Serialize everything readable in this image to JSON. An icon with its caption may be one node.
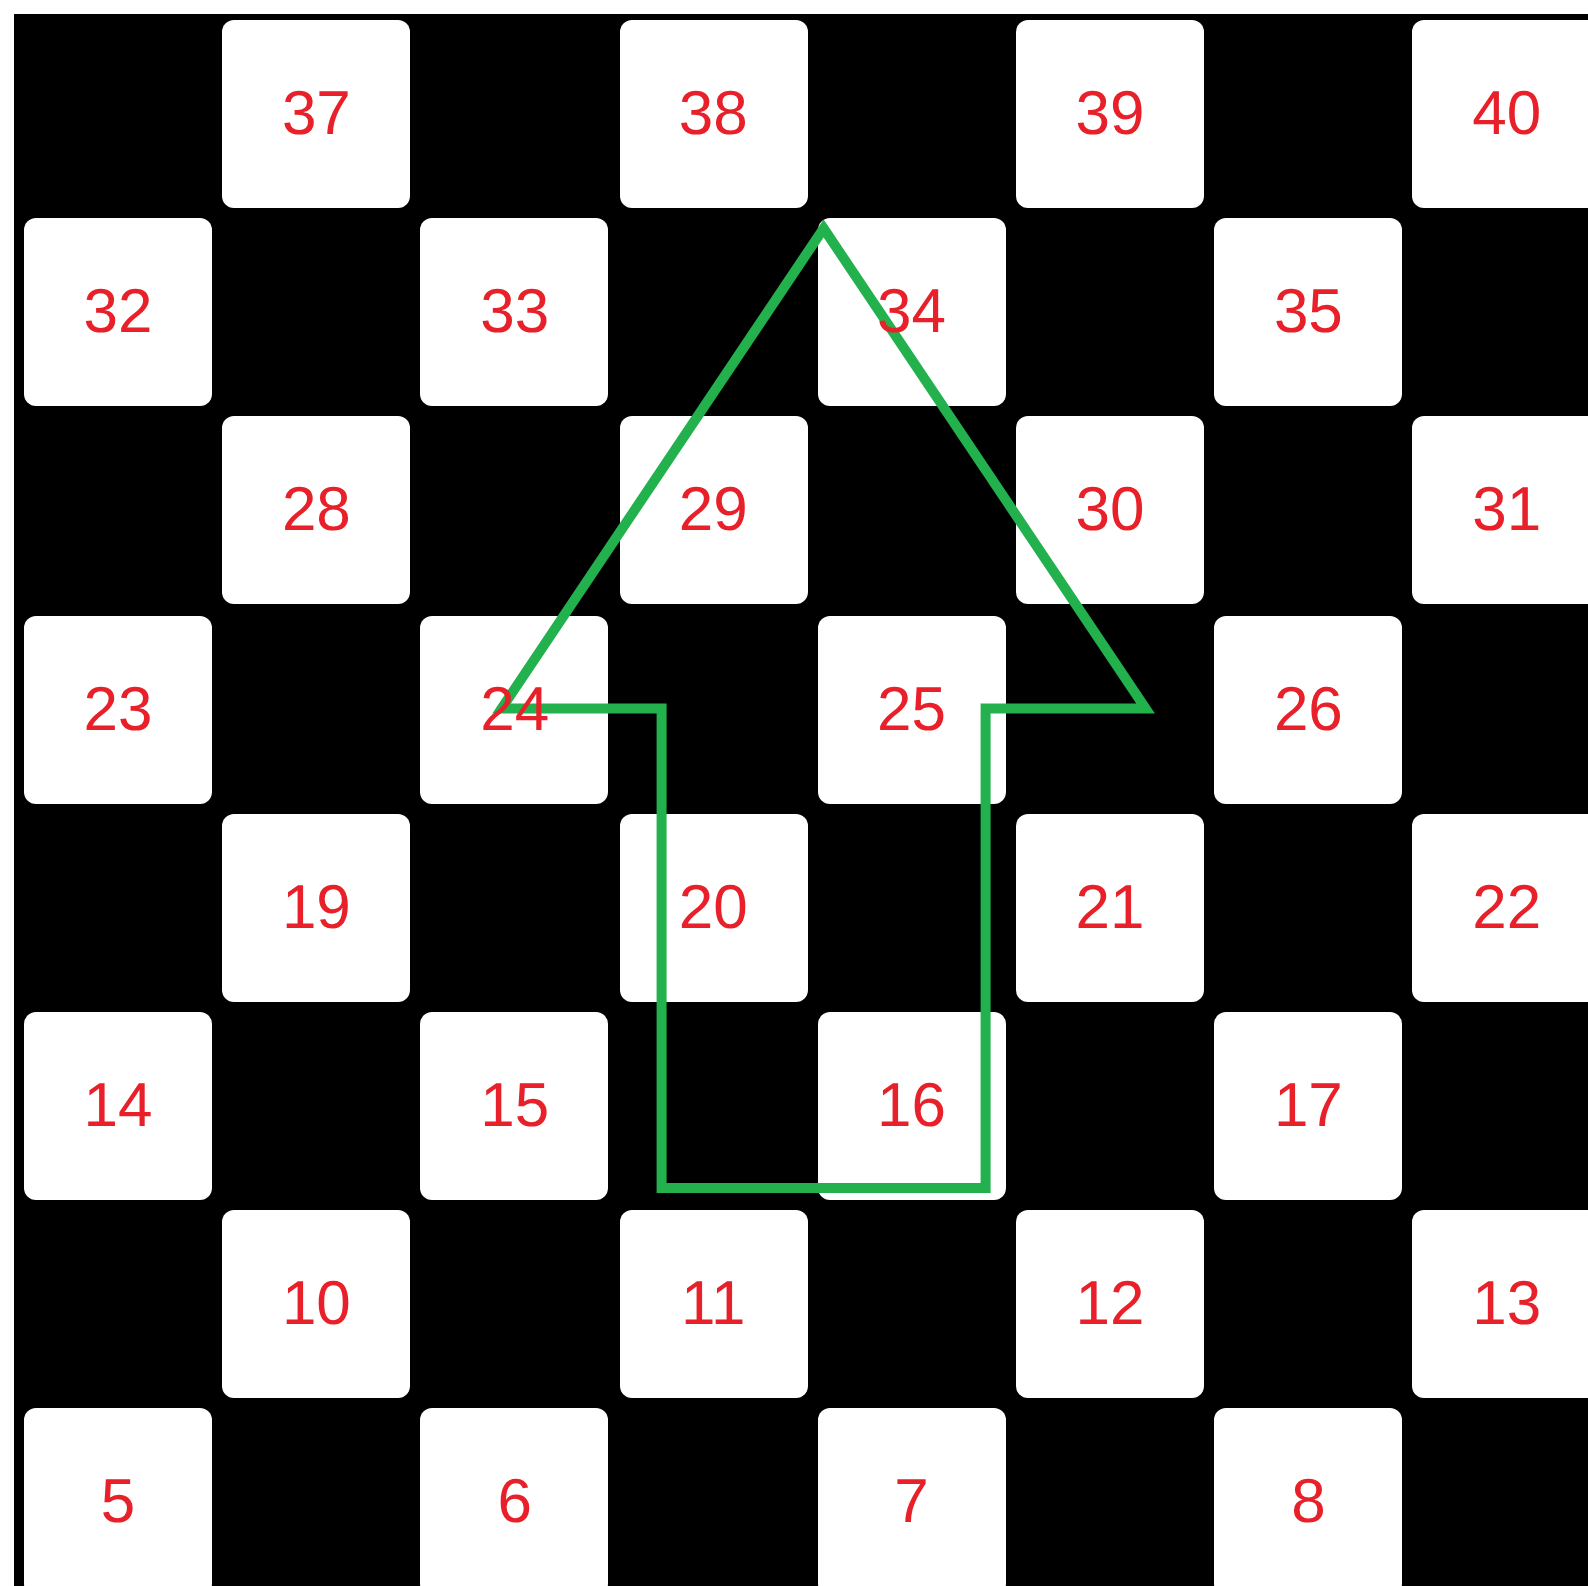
{
  "diagram": {
    "nodes": [
      {
        "text": [
          "37"
        ]
      },
      {
        "text": [
          "38"
        ]
      },
      {
        "text": [
          "39"
        ]
      },
      {
        "text": [
          "40"
        ]
      },
      {
        "text": [
          "32"
        ]
      },
      {
        "text": [
          "33"
        ]
      },
      {
        "text": [
          "34"
        ]
      },
      {
        "text": [
          "35"
        ]
      },
      {
        "text": [
          "28"
        ]
      },
      {
        "text": [
          "29"
        ]
      },
      {
        "text": [
          "30"
        ]
      },
      {
        "text": [
          "31"
        ]
      },
      {
        "text": [
          "23"
        ]
      },
      {
        "text": [
          "24"
        ]
      },
      {
        "text": [
          "25"
        ]
      },
      {
        "text": [
          "26"
        ]
      },
      {
        "text": [
          "19"
        ]
      },
      {
        "text": [
          "20"
        ]
      },
      {
        "text": [
          "21"
        ]
      },
      {
        "text": [
          "22"
        ]
      },
      {
        "text": [
          "14"
        ]
      },
      {
        "text": [
          "15"
        ]
      },
      {
        "text": [
          "16"
        ]
      },
      {
        "text": [
          "17"
        ]
      },
      {
        "text": [
          "10"
        ]
      },
      {
        "text": [
          "11"
        ]
      },
      {
        "text": [
          "12"
        ]
      },
      {
        "text": [
          "13"
        ]
      },
      {
        "text": [
          "5"
        ]
      },
      {
        "text": [
          "6"
        ]
      },
      {
        "text": [
          "7"
        ]
      },
      {
        "text": [
          "8"
        ]
      }
    ],
    "edges": [
      {
        "from": 22,
        "to": 6,
        "arrow": "to"
      }
    ]
  }
}
